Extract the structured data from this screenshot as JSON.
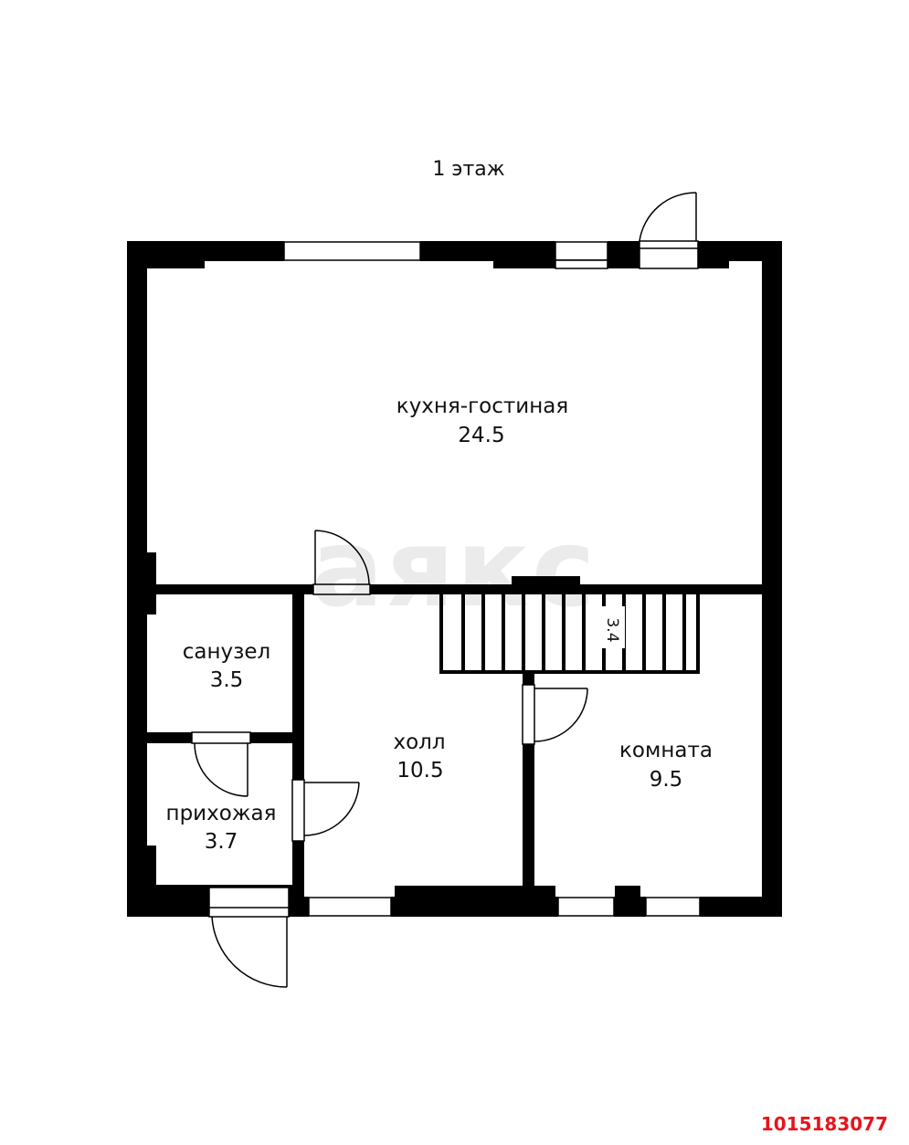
{
  "floor": {
    "title": "1 этаж"
  },
  "rooms": [
    {
      "key": "kitchen_living",
      "name": "кухня-гостиная",
      "area": "24.5"
    },
    {
      "key": "bathroom",
      "name": "санузел",
      "area": "3.5"
    },
    {
      "key": "hall",
      "name": "холл",
      "area": "10.5"
    },
    {
      "key": "room",
      "name": "комната",
      "area": "9.5"
    },
    {
      "key": "entrance",
      "name": "прихожая",
      "area": "3.7"
    }
  ],
  "stairs": {
    "area": "3.4"
  },
  "watermark": {
    "text": "аякс"
  },
  "listing": {
    "id": "1015183077"
  },
  "colors": {
    "wall": "#000000",
    "background": "#ffffff",
    "listing_id": "#e8141b"
  }
}
